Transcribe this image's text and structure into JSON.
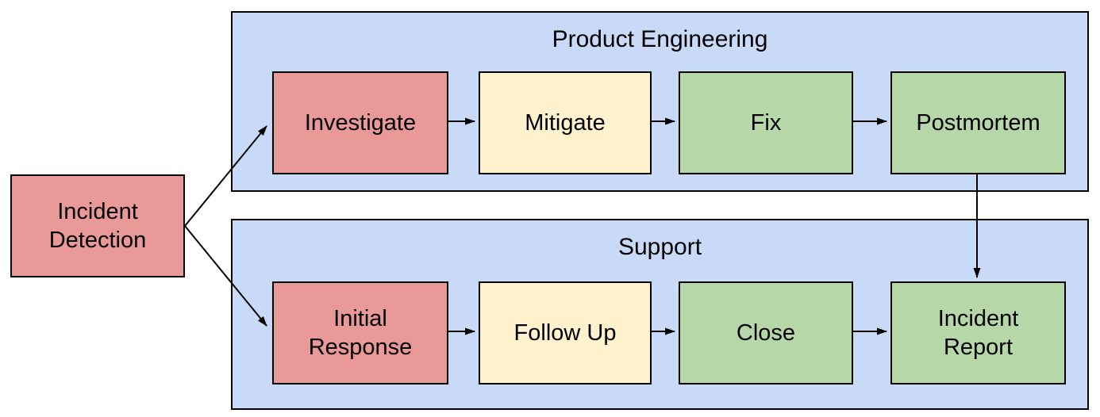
{
  "diagram": {
    "type": "flowchart",
    "groups": {
      "product_engineering": {
        "label": "Product Engineering"
      },
      "support": {
        "label": "Support"
      }
    },
    "nodes": {
      "incident_detection": {
        "label": "Incident Detection",
        "line1": "Incident",
        "line2": "Detection",
        "color": "red"
      },
      "investigate": {
        "label": "Investigate",
        "color": "red",
        "group": "Product Engineering"
      },
      "mitigate": {
        "label": "Mitigate",
        "color": "yellow",
        "group": "Product Engineering"
      },
      "fix": {
        "label": "Fix",
        "color": "green",
        "group": "Product Engineering"
      },
      "postmortem": {
        "label": "Postmortem",
        "color": "green",
        "group": "Product Engineering"
      },
      "initial_response": {
        "label": "Initial Response",
        "line1": "Initial",
        "line2": "Response",
        "color": "red",
        "group": "Support"
      },
      "follow_up": {
        "label": "Follow Up",
        "color": "yellow",
        "group": "Support"
      },
      "close": {
        "label": "Close",
        "color": "green",
        "group": "Support"
      },
      "incident_report": {
        "label": "Incident Report",
        "line1": "Incident",
        "line2": "Report",
        "color": "green",
        "group": "Support"
      }
    },
    "edges": [
      {
        "from": "Incident Detection",
        "to": "Investigate"
      },
      {
        "from": "Incident Detection",
        "to": "Initial Response"
      },
      {
        "from": "Investigate",
        "to": "Mitigate"
      },
      {
        "from": "Mitigate",
        "to": "Fix"
      },
      {
        "from": "Fix",
        "to": "Postmortem"
      },
      {
        "from": "Postmortem",
        "to": "Incident Report"
      },
      {
        "from": "Initial Response",
        "to": "Follow Up"
      },
      {
        "from": "Follow Up",
        "to": "Close"
      },
      {
        "from": "Close",
        "to": "Incident Report"
      }
    ]
  },
  "colors": {
    "canvas": "#ffffff",
    "group_fill": "#c9daf8",
    "node_red": "#ea9999",
    "node_yellow": "#fff2cc",
    "node_green": "#b6d7a8",
    "border": "#000000",
    "text": "#000000"
  }
}
